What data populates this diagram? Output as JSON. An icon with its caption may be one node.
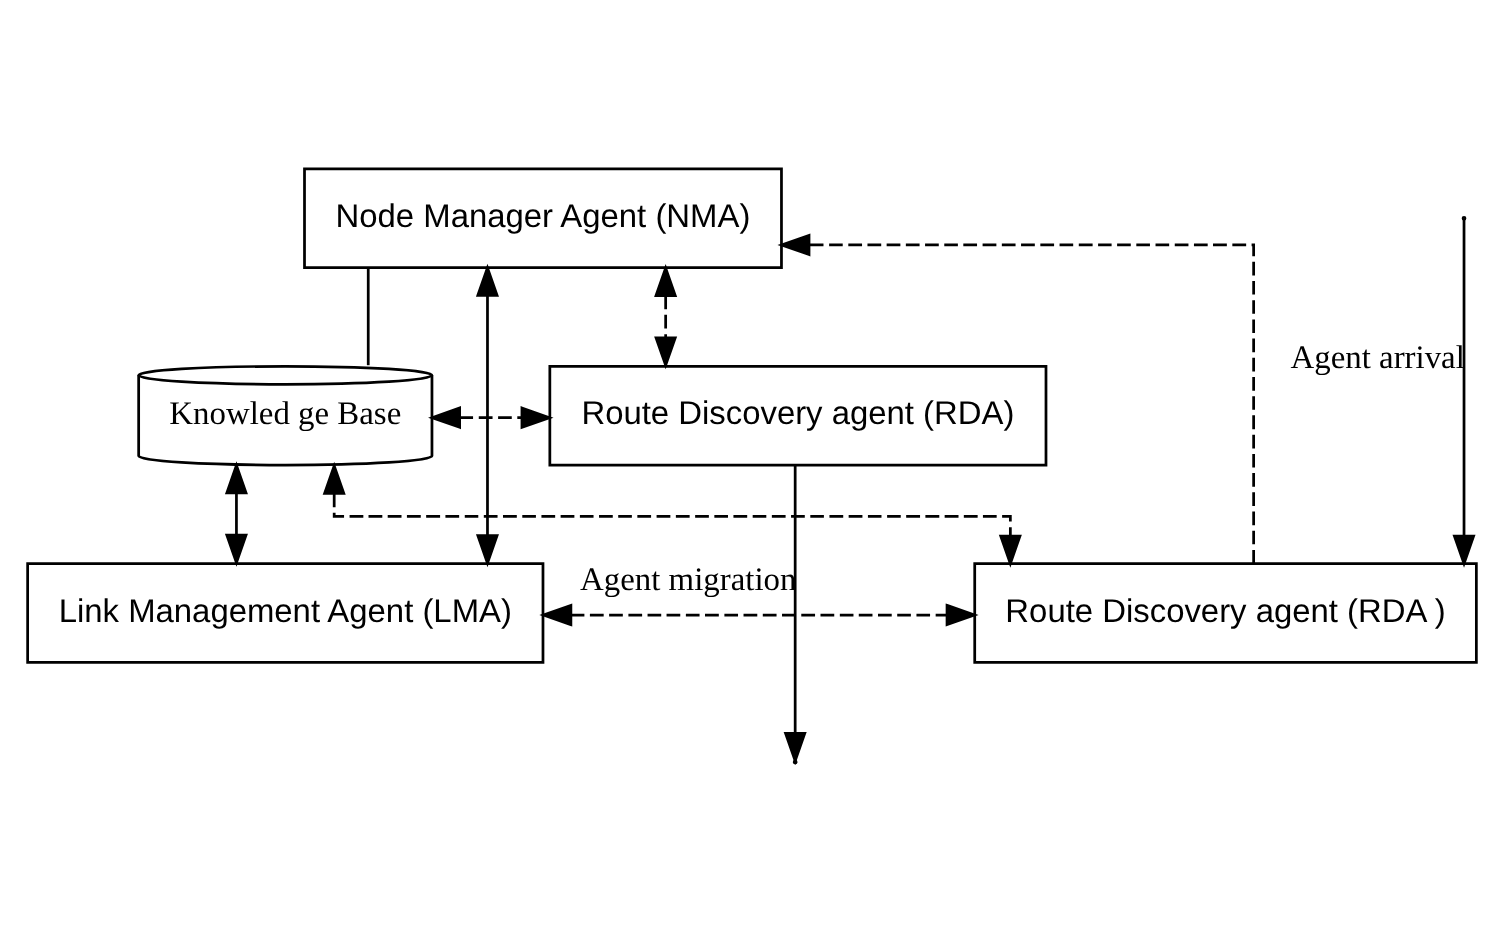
{
  "diagram": {
    "nodes": [
      {
        "text": [
          "Node Manager Agent (NMA)"
        ]
      },
      {
        "text": [
          "Route Discovery agent (RDA)"
        ]
      },
      {
        "text": [
          "Knowled ge Base"
        ]
      },
      {
        "text": [
          "Route Discovery agent (RDA )"
        ]
      },
      {
        "text": [
          "Link Management Agent (LMA)"
        ]
      }
    ],
    "edges": [
      {
        "from": 0,
        "to": 1,
        "arrow": "both",
        "style": "dashed"
      },
      {
        "from": 0,
        "to": 2,
        "arrow": "none"
      },
      {
        "from": 2,
        "to": 1,
        "arrow": "both",
        "style": "dashed"
      },
      {
        "from": 2,
        "to": 3,
        "arrow": "both",
        "style": "dashed"
      },
      {
        "from": 2,
        "to": 4,
        "arrow": "both"
      },
      {
        "from": 4,
        "to": 3,
        "arrow": "both",
        "style": "dashed"
      },
      {
        "from": 4,
        "to": 0,
        "arrow": "both"
      },
      {
        "from": 3,
        "to": 0,
        "arrow": "to",
        "style": "dashed"
      },
      {
        "from": 1,
        "to": null,
        "arrow": "to",
        "label": "Agent migration"
      },
      {
        "from": null,
        "to": 3,
        "arrow": "to",
        "label": "Agent arrival"
      }
    ]
  }
}
